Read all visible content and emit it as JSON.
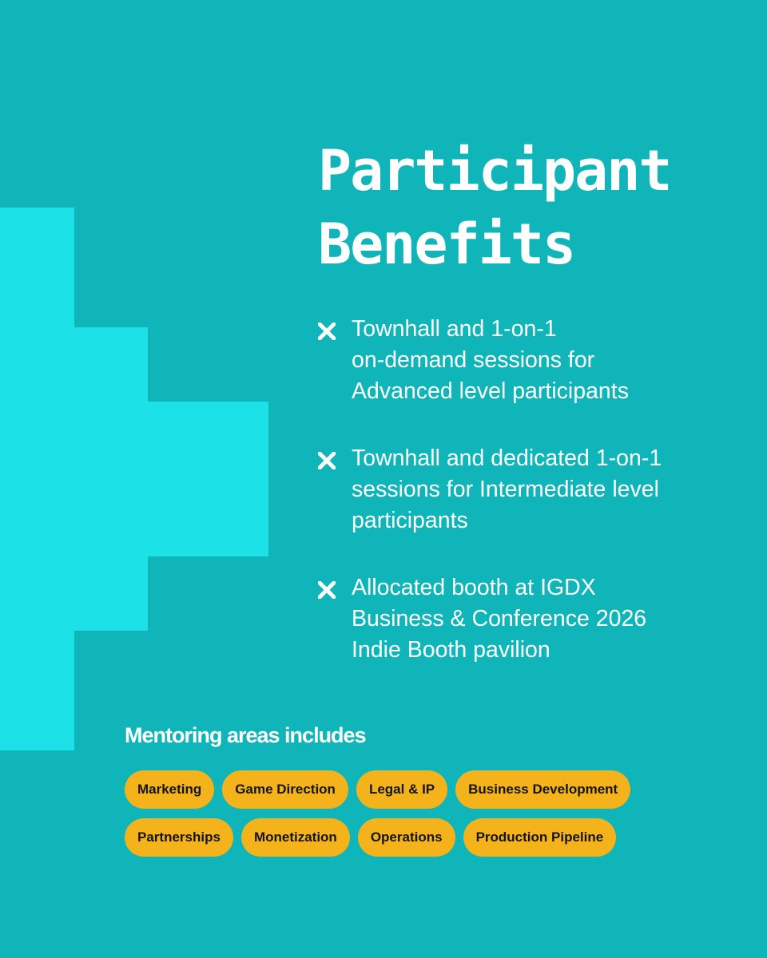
{
  "colors": {
    "background": "#0fb5b9",
    "pixel_shape": "#1ce1e6",
    "tag_fill": "#f5b31b",
    "tag_text": "#141414",
    "text": "#ffffff"
  },
  "title": {
    "line1": "Participant",
    "line2": "Benefits"
  },
  "benefits": [
    {
      "icon": "x-icon",
      "lines": [
        "Townhall and 1-on-1",
        "on-demand sessions for",
        "Advanced level participants"
      ]
    },
    {
      "icon": "x-icon",
      "lines": [
        "Townhall and dedicated 1-on-1",
        "sessions for Intermediate level",
        "participants"
      ]
    },
    {
      "icon": "x-icon",
      "lines": [
        "Allocated booth at IGDX",
        "Business & Conference 2026",
        "Indie Booth pavilion"
      ]
    }
  ],
  "mentoring": {
    "heading": "Mentoring areas includes",
    "row1": [
      "Marketing",
      "Game Direction",
      "Legal & IP",
      "Business Development"
    ],
    "row2": [
      "Partnerships",
      "Monetization",
      "Operations",
      "Production Pipeline"
    ]
  }
}
